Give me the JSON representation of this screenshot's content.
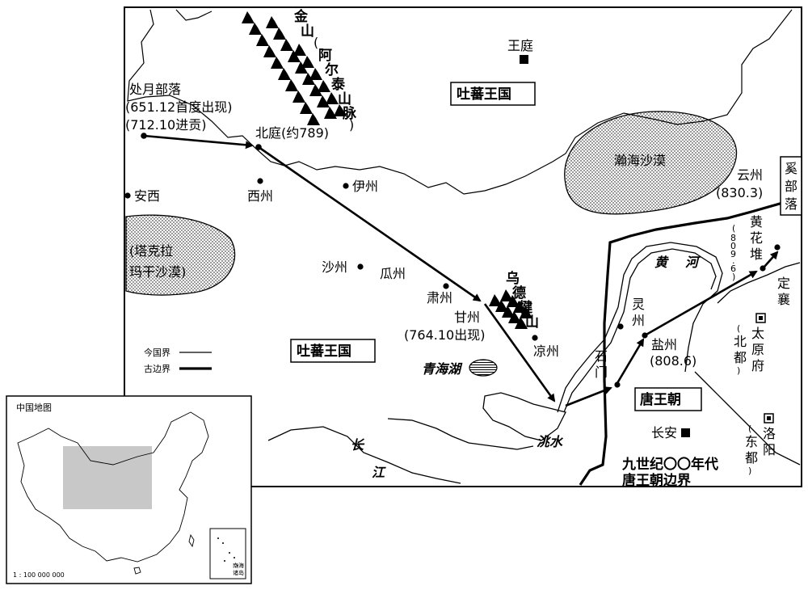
{
  "kingdoms": {
    "tubo_north": "吐蕃王国",
    "tubo_south": "吐蕃王国",
    "tang": "唐王朝"
  },
  "places": {
    "wangting": "王庭",
    "chuyue_name": "处月部落",
    "chuyue_line1": "(651.12首度出现)",
    "chuyue_line2": "(712.10进贡)",
    "beiting": "北庭(约789)",
    "anxi": "安西",
    "xizhou": "西州",
    "yizhou": "伊州",
    "shazhou": "沙州",
    "guazhou": "瓜州",
    "suzhou": "肃州",
    "ganzhou": "甘州",
    "ganzhou_date": "(764.10出现)",
    "liangzhou": "凉州",
    "shimen": [
      "石",
      "门"
    ],
    "lingzhou": [
      "灵",
      "州"
    ],
    "yanzhou": "盐州",
    "yanzhou_date": "(808.6)",
    "changan": "长安",
    "yunzhou": "云州",
    "yunzhou_date": "(830.3)",
    "huanghuadui": [
      "黄",
      "花",
      "堆"
    ],
    "huanghuadui_date": [
      "(",
      "8",
      "0",
      "9",
      ".",
      "6",
      ")"
    ],
    "dingxiang": [
      "定",
      "襄"
    ],
    "taiyuan": [
      "太",
      "原",
      "府"
    ],
    "taiyuan_note": [
      "(",
      "北",
      "都",
      ")"
    ],
    "luoyang": [
      "洛",
      "阳"
    ],
    "luoyang_note": [
      "(",
      "东",
      "都",
      ")"
    ],
    "xi_tribe": [
      "奚",
      "部",
      "落"
    ]
  },
  "features": {
    "jinshan": [
      "金",
      "山"
    ],
    "altai": [
      "(",
      "阿",
      "尔",
      "泰",
      "山",
      "脉",
      ")"
    ],
    "hanhai": "瀚海沙漠",
    "taklamakan_1": "(塔克拉",
    "taklamakan_2": "玛干沙漠)",
    "qinghai": "青海湖",
    "wudejian": [
      "乌",
      "德",
      "犍",
      "山"
    ],
    "yellow_river": [
      "黄",
      "河"
    ],
    "taoshui": "洮水",
    "yangtze": [
      "长",
      "江"
    ]
  },
  "legend": {
    "modern": "今国界",
    "ancient": "古边界"
  },
  "frontier_note": [
    "九世纪〇〇年代",
    "唐王朝边界"
  ],
  "inset": {
    "title": "中国地图",
    "scale": "1 : 100 000 000",
    "islands_1": "南海",
    "islands_2": "诸岛"
  }
}
